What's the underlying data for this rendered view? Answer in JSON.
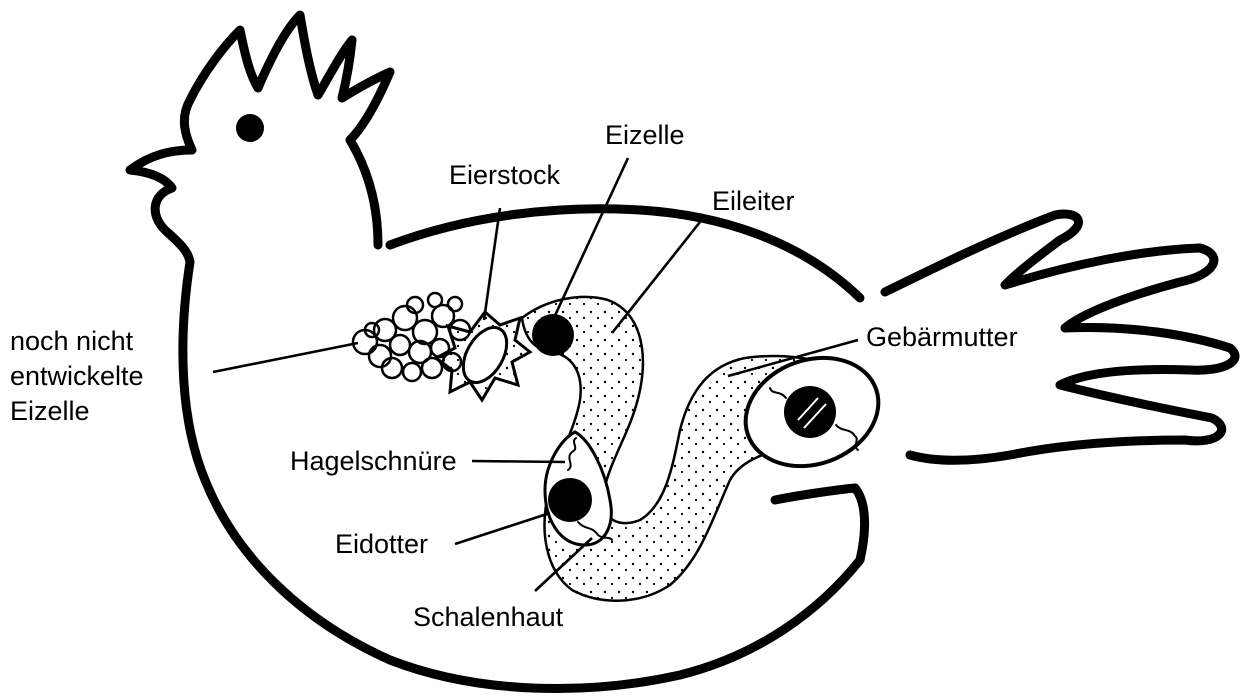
{
  "labels": {
    "unentwickelt": [
      "noch nicht",
      "entwickelte",
      "Eizelle"
    ],
    "eierstock": "Eierstock",
    "eizelle": "Eizelle",
    "eileiter": "Eileiter",
    "gebaermutter": "Gebärmutter",
    "hagelschnuere": "Hagelschnüre",
    "eidotter": "Eidotter",
    "schalenhaut": "Schalenhaut"
  },
  "colors": {
    "ink": "#000000",
    "background": "#ffffff"
  }
}
